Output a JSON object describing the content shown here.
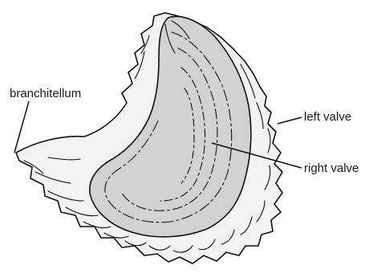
{
  "diagram": {
    "labels": {
      "branchitellum": "branchitellum",
      "left_valve": "left valve",
      "right_valve": "right valve"
    },
    "colors": {
      "left_valve_fill": "#f3f3f3",
      "right_valve_fill": "#d2d2d2",
      "outline": "#111111"
    }
  }
}
